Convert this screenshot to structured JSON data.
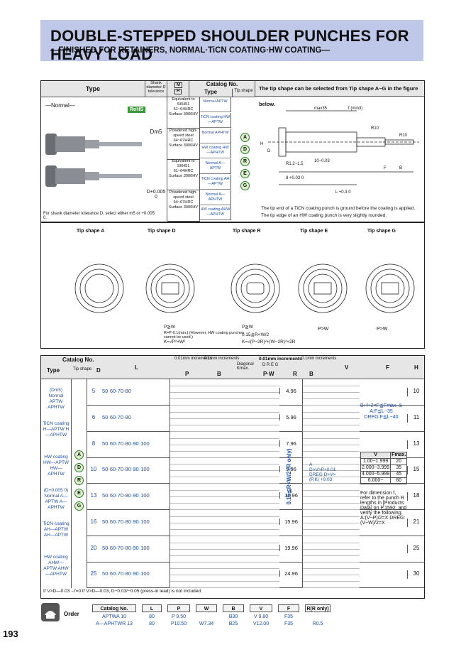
{
  "header": {
    "title": "DOUBLE-STEPPED SHOULDER PUNCHES FOR HEAVY LOAD",
    "subtitle": "—FINISHED FOR RETAINERS, NORMAL·TiCN COATING·HW COATING—"
  },
  "spec": {
    "col_type": "Type",
    "col_shank": "Shank diameter D tolerance",
    "col_catalog": "Catalog No.",
    "col_type2": "Type",
    "col_tip": "Tip shape",
    "normal": "—Normal—",
    "rohs": "RoHS",
    "d_m5": "Dm5",
    "d_005": "D+0.005 0",
    "rows": [
      {
        "mat": "Equivalent to SKH51 61~64HRC Surface 3000HV",
        "cat": [
          "Normal APTW",
          "TiCN coating HW—APTW"
        ]
      },
      {
        "mat": "Powdered high-speed steel 64~67HRC Surface 3000HV",
        "cat": [
          "Normal APHTW",
          "HW coating HW—APHTW"
        ]
      },
      {
        "mat": "Equivalent to SKH51 61~64HRC Surface 3000HV",
        "cat": [
          "Normal A—APTW",
          "TiCN coating AH—APTW"
        ]
      },
      {
        "mat": "Powdered high-speed steel 64~67HRC Surface 3000HV",
        "cat": [
          "Normal A—APHTW",
          "HW coating AHW—APHTW"
        ]
      }
    ],
    "tips": [
      "A",
      "D",
      "R",
      "E",
      "G"
    ],
    "note": "For shank diameter tolerance D, select either m5 or +0.005 0.",
    "tip_select": "The tip shape can be selected from Tip shape A~G in the figure below.",
    "note1": "The tip end of a TiCN coating punch is ground before the coating is applied.",
    "note2": "The tip edge of an HW coating punch is very slightly rounded."
  },
  "tipfig": {
    "labels": [
      "Tip shape A",
      "Tip shape D",
      "Tip shape R",
      "Tip shape E",
      "Tip shape G"
    ],
    "notes": [
      "P≧W",
      "R=P-0.1(min.) (However, HW coating punches cannot be used.)",
      "K=√P²+W²",
      "P≧W",
      "0.15≦R<W/2",
      "K=√(P−2R)²+(W−2R)²+2R",
      "P>W",
      "P>W"
    ]
  },
  "main": {
    "h_catalog": "Catalog No.",
    "h_type": "Type",
    "h_tip": "Tip shape",
    "h_D": "D",
    "h_L": "L",
    "h_a": "0.01mm increments",
    "h_a2": "0.1mm increments",
    "h_dreg": "D R E G",
    "h_P": "P",
    "h_B": "B",
    "h_diag": "Diagonal Kmax.",
    "h_01": "0.01mm increments",
    "h_pw": "P·W",
    "h_R": "R",
    "h_02": "0.1mm increments",
    "h_B2": "B",
    "h_V": "V",
    "h_F": "F",
    "h_H": "H",
    "types": [
      "(Dm5) Normal APTW APHTW",
      "TiCN coating H—APTW H—APHTW",
      "HW coating HW—APTW HW—APHTW",
      "(D+0.005 0) Normal A—APTW A—APHTW",
      "TiCN coating AH—APTW AH—APTW",
      "HW coating AHW—APTW AHW—APHTW"
    ],
    "groups": [
      {
        "D": "5",
        "L": "50·60·70·80",
        "k": "4.96",
        "H": "10"
      },
      {
        "D": "6",
        "L": "50·60·70·80",
        "k": "5.96",
        "H": "11"
      },
      {
        "D": "8",
        "L": "50·60·70·80·90·100",
        "k": "7.96",
        "H": "13"
      },
      {
        "D": "10",
        "L": "50·60·70·80·90·100",
        "k": "9.96",
        "H": "15"
      },
      {
        "D": "13",
        "L": "50·60·70·80·90·100",
        "k": "12.96",
        "H": "18"
      },
      {
        "D": "16",
        "L": "50·60·70·80·90·100",
        "k": "15.96",
        "H": "21"
      },
      {
        "D": "20",
        "L": "50·60·70·80·90·100",
        "k": "19.96",
        "H": "25"
      },
      {
        "D": "25",
        "L": "50·60·70·80·90·100",
        "k": "24.96",
        "H": "30"
      }
    ],
    "rcol": "0.15≦R<W/2 (R only)",
    "Vtext": "A D>V>P+0.01  DREG D>V>(P,K) +0.03",
    "Ftext": "B+f+2<F≦Fmax. & A:F≦L−35 DREG:F≦L−40",
    "fmax_h": [
      "V",
      "Fmax."
    ],
    "fmax": [
      [
        "1.00~1.999",
        "20"
      ],
      [
        "2.000~3.999",
        "35"
      ],
      [
        "4.000~5.999",
        "45"
      ],
      [
        "6.000~",
        "60"
      ]
    ],
    "fnote": "For dimension f, refer to the punch R lengths in [Products Data] on P.1592, and verify the following. A:(V−P)/2=X DREG:(V−W)/2=X",
    "footnote": "If V>D—0.03→f=0 If V>D—0.03, D−0.03/−0.05 (press-in lead) is not included."
  },
  "order": {
    "label": "Order",
    "heads": [
      "Catalog No.",
      "L",
      "P",
      "W",
      "B",
      "V",
      "F",
      "R(R only)"
    ],
    "ex1": [
      "APTWA 10",
      "80",
      "P 9.50",
      "",
      "B30",
      "V 9.80",
      "F35",
      ""
    ],
    "ex2": [
      "A—APHTWR 13",
      "80",
      "P10.50",
      "W7.34",
      "B25",
      "V12.00",
      "F35",
      "R0.5"
    ]
  },
  "page_no": "193"
}
